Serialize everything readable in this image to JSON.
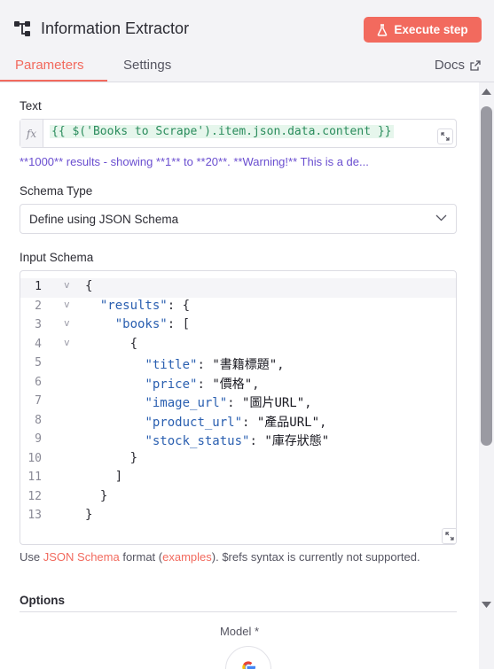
{
  "node": {
    "title": "Information Extractor",
    "icon": "flow-nodes-icon",
    "execute_label": "Execute step",
    "accent_color": "#f26a5e"
  },
  "tabs": {
    "parameters": "Parameters",
    "settings": "Settings",
    "docs": "Docs"
  },
  "text_field": {
    "label": "Text",
    "fx": "fx",
    "expression": "{{ $('Books to Scrape').item.json.data.content }}",
    "hint": "**1000** results - showing **1** to **20**.  **Warning!** This is a de..."
  },
  "schema_type": {
    "label": "Schema Type",
    "value": "Define using JSON Schema"
  },
  "input_schema": {
    "label": "Input Schema",
    "lines": [
      {
        "n": "1",
        "fold": "v",
        "code": "{"
      },
      {
        "n": "2",
        "fold": "v",
        "code": "  \"results\": {"
      },
      {
        "n": "3",
        "fold": "v",
        "code": "    \"books\": ["
      },
      {
        "n": "4",
        "fold": "v",
        "code": "      {"
      },
      {
        "n": "5",
        "fold": "",
        "code": "        \"title\": \"書籍標題\","
      },
      {
        "n": "6",
        "fold": "",
        "code": "        \"price\": \"價格\","
      },
      {
        "n": "7",
        "fold": "",
        "code": "        \"image_url\": \"圖片URL\","
      },
      {
        "n": "8",
        "fold": "",
        "code": "        \"product_url\": \"產品URL\","
      },
      {
        "n": "9",
        "fold": "",
        "code": "        \"stock_status\": \"庫存狀態\""
      },
      {
        "n": "10",
        "fold": "",
        "code": "      }"
      },
      {
        "n": "11",
        "fold": "",
        "code": "    ]"
      },
      {
        "n": "12",
        "fold": "",
        "code": "  }"
      },
      {
        "n": "13",
        "fold": "",
        "code": "}"
      }
    ]
  },
  "help": {
    "prefix": "Use ",
    "link1": "JSON Schema",
    "middle": " format (",
    "link2": "examples",
    "suffix": "). $refs syntax is currently not supported."
  },
  "options": {
    "label": "Options"
  },
  "model": {
    "label": "Model *",
    "icon": "google-icon"
  }
}
